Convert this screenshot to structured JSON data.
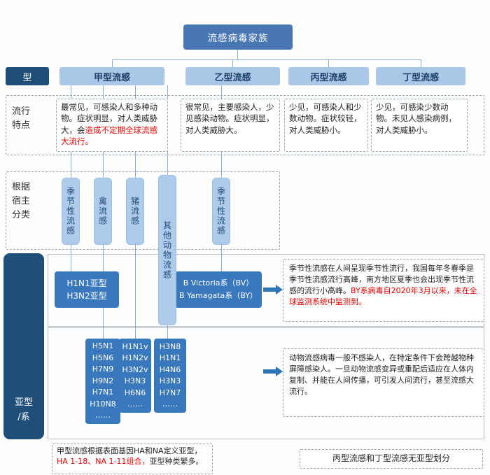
{
  "title": "流感病毒家族",
  "row_labels": {
    "type": "型",
    "epidemic": [
      "流行",
      "特点"
    ],
    "host": [
      "根据",
      "宿主",
      "分类"
    ],
    "subtype": [
      "亚型",
      "/系"
    ]
  },
  "types": [
    {
      "label": "甲型流感"
    },
    {
      "label": "乙型流感"
    },
    {
      "label": "丙型流感"
    },
    {
      "label": "丁型流感"
    }
  ],
  "epidemic_notes": [
    {
      "black": "最常见，可感染人和多种动物。症状明显，对人类威胁大，会",
      "red": "造成不定期全球流感大流行。"
    },
    {
      "black": "很常见，主要感染人，少见感染动物。症状明显，对人类威胁大。",
      "red": ""
    },
    {
      "black": "少见，可感染人和少数动物。症状较轻，对人类威胁小。",
      "red": ""
    },
    {
      "black": "少见，可感染少数动物。未见人感染病例，对人类威胁小。",
      "red": ""
    }
  ],
  "hosts": [
    "季节性流感",
    "禽流感",
    "猪流感",
    "其他动物流感",
    "季节性流感"
  ],
  "subtypes": {
    "influenza_a_seasonal": [
      "H1N1亚型",
      "H3N2亚型"
    ],
    "influenza_b_lineages": [
      "B Victoria系（BV）",
      "B Yamagata系（BY）"
    ],
    "avian": [
      "H5N1",
      "H5N6",
      "H7N9",
      "H9N2",
      "H7N1",
      "H10N8",
      "……"
    ],
    "swine": [
      "H1N1v",
      "H1N2v",
      "H3N2v",
      "H3N3",
      "H6N6",
      "……"
    ],
    "other_animal": [
      "H3N8",
      "H1N1",
      "H4N6",
      "H3N3",
      "H7N7",
      "……"
    ]
  },
  "notes": {
    "seasonal_black": "季节性流感在人间呈现季节性流行，我国每年冬春季是季节性流感流行高峰，南方地区夏季也会出现季节性流感的流行小高峰。",
    "seasonal_red": "BY系病毒自2020年3月以来，未在全球监测系统中监测到。",
    "animal": "动物流感病毒一般不感染人，在特定条件下会跨越物种屏障感染人。一旦动物流感变异或重配后适应在人体内复制、并能在人间传播，可引发人间流行，甚至流感大流行。",
    "subtype_rule_black1": "甲型流感根据表面基因HA和NA定义亚型，",
    "subtype_rule_red": "HA 1-18、NA 1-11组合，",
    "subtype_rule_black2": "亚型种类繁多。",
    "no_subtype": "丙型流感和丁型流感无亚型划分"
  },
  "colors": {
    "dark_navy": "#1f4e79",
    "medium_blue": "#4877b3",
    "light_blue": "#a9c8e8",
    "subtype_blue": "#3978bd",
    "line": "#8fafcd",
    "red_text": "#e60000"
  }
}
